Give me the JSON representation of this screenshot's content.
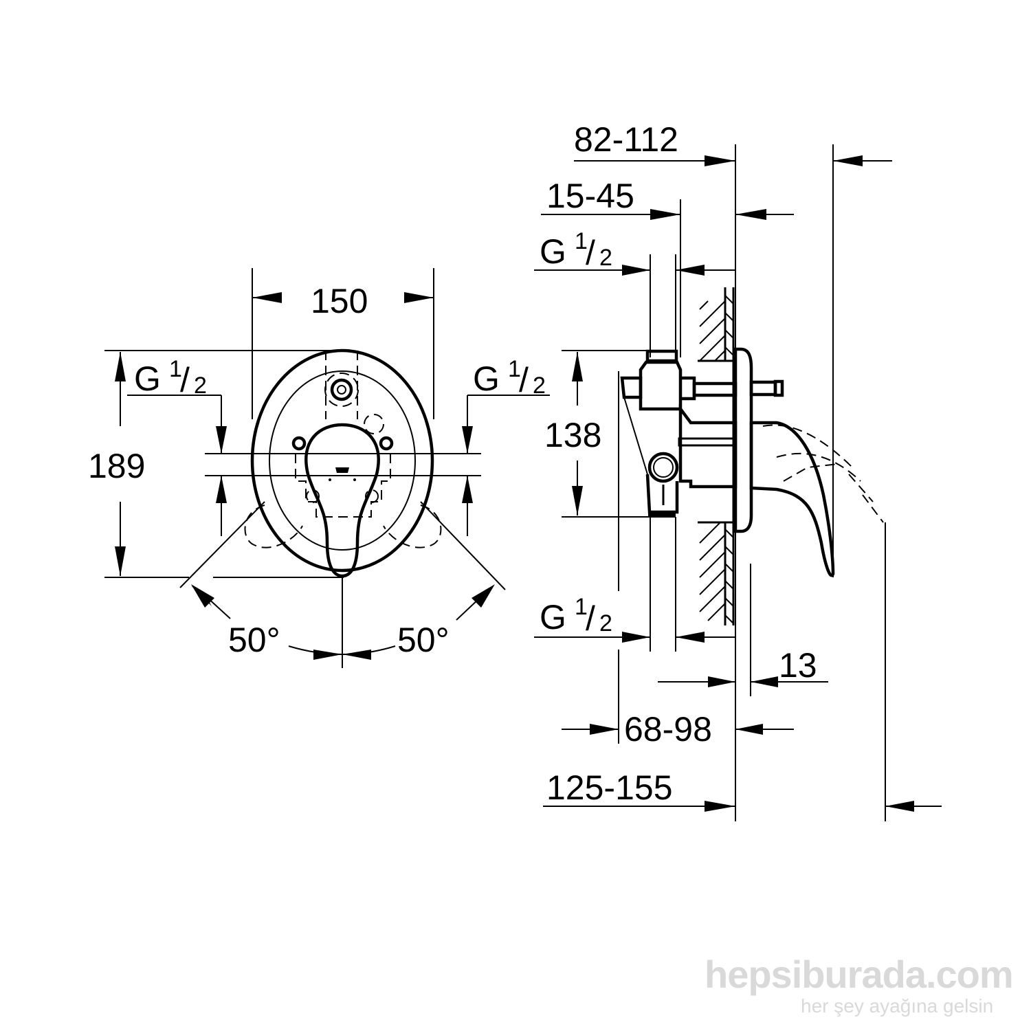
{
  "front_view": {
    "width_dim": "150",
    "height_dim": "189",
    "inlet_left": {
      "base": "G",
      "num": "1",
      "den": "2"
    },
    "inlet_right": {
      "base": "G",
      "num": "1",
      "den": "2"
    },
    "angle_left": "50°",
    "angle_right": "50°"
  },
  "side_view": {
    "dim_82_112": "82-112",
    "dim_15_45": "15-45",
    "inlet_top": {
      "base": "G",
      "num": "1",
      "den": "2"
    },
    "height_dim": "138",
    "inlet_bottom": {
      "base": "G",
      "num": "1",
      "den": "2"
    },
    "dim_13": "13",
    "dim_68_98": "68-98",
    "dim_125_155": "125-155"
  },
  "watermark": {
    "brand": "hepsiburada.com",
    "slogan": "her şey ayağına gelsin",
    "color": "#d9d9d9"
  }
}
